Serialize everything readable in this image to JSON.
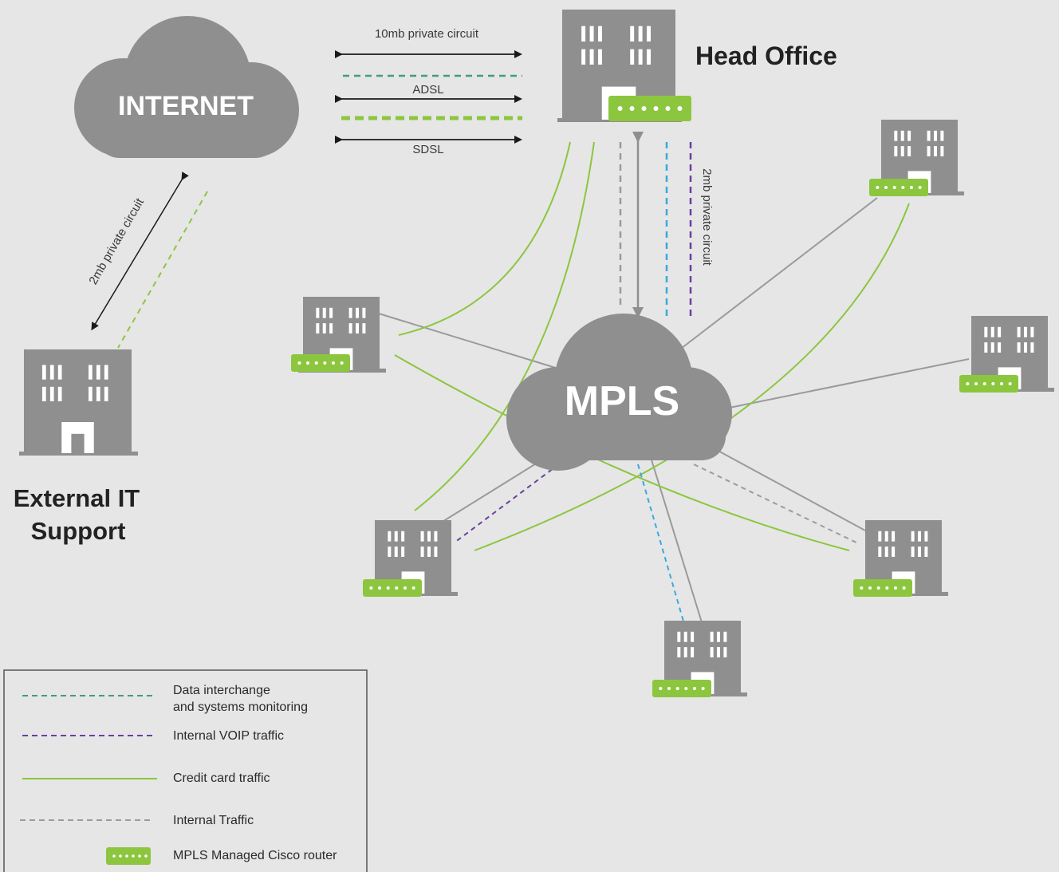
{
  "colors": {
    "background": "#e6e6e6",
    "building": "#8f8f8f",
    "cloud": "#8f8f8f",
    "router": "#8cc63f",
    "credit_card": "#8cc63f",
    "data_interchange": "#3f9e7a",
    "voip": "#6b3fa0",
    "internal": "#9a9aa2",
    "blue": "#3aa8dc",
    "connection": "#9a9a9a",
    "arrow": "#1a1a1a"
  },
  "internet": {
    "label": "INTERNET"
  },
  "mpls": {
    "label": "MPLS"
  },
  "head_office": {
    "label": "Head Office"
  },
  "external_support": {
    "label_line1": "External IT",
    "label_line2": "Support"
  },
  "circuits": {
    "ten_mb": "10mb private circuit",
    "adsl": "ADSL",
    "sdsl": "SDSL",
    "two_mb_left": "2mb private circuit",
    "two_mb_right": "2mb private circuit"
  },
  "legend": {
    "items": [
      {
        "line1": "Data interchange",
        "line2": "and systems monitoring",
        "icon": "dashed-green-line"
      },
      {
        "line1": "Internal VOIP traffic",
        "icon": "dashed-purple-line"
      },
      {
        "line1": "Credit card traffic",
        "icon": "solid-green-line"
      },
      {
        "line1": "Internal Traffic",
        "icon": "dashed-grey-line"
      },
      {
        "line1": "MPLS Managed Cisco router",
        "icon": "router-icon"
      }
    ]
  }
}
